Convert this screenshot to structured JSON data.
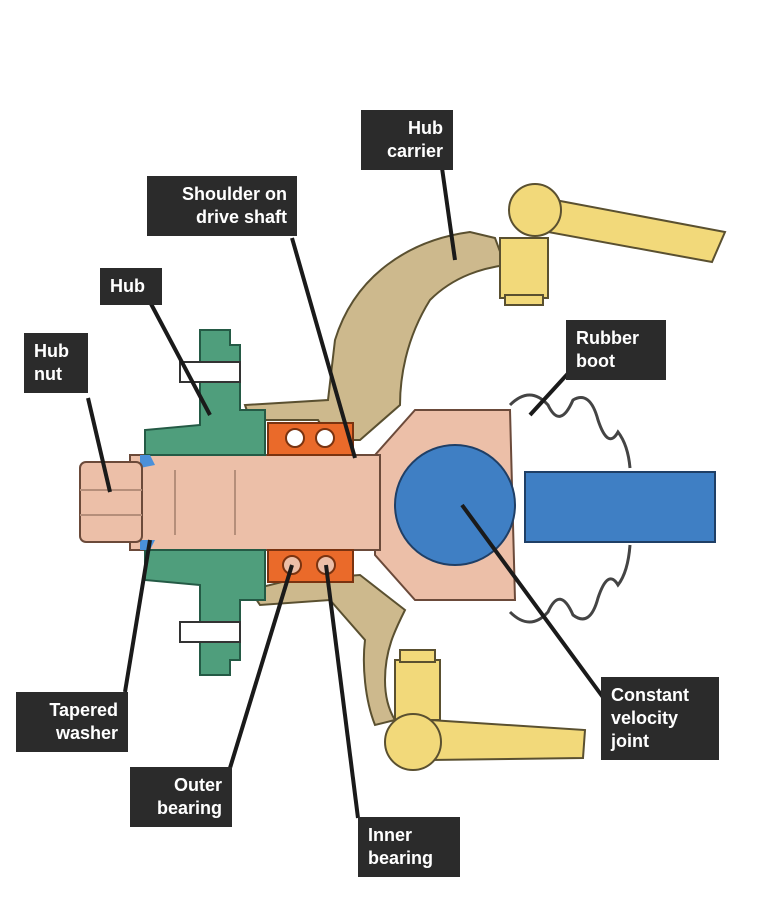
{
  "labels": {
    "hub_carrier": "Hub\ncarrier",
    "shoulder": "Shoulder on\ndrive shaft",
    "hub": "Hub",
    "hub_nut": "Hub\nnut",
    "rubber_boot": "Rubber\nboot",
    "cv_joint": "Constant\nvelocity\njoint",
    "tapered_washer": "Tapered\nwasher",
    "outer_bearing": "Outer\nbearing",
    "inner_bearing": "Inner\nbearing"
  },
  "colors": {
    "hub": "#4f9e7c",
    "carrier": "#cdb98d",
    "shaft": "#ecbfa8",
    "bearing_race": "#ea6a2a",
    "cv_ball": "#3f7fc4",
    "bolt": "#f2d97a",
    "washer": "#4a90d9",
    "label_bg": "#2b2b2b",
    "leader": "#1a1a1a"
  }
}
